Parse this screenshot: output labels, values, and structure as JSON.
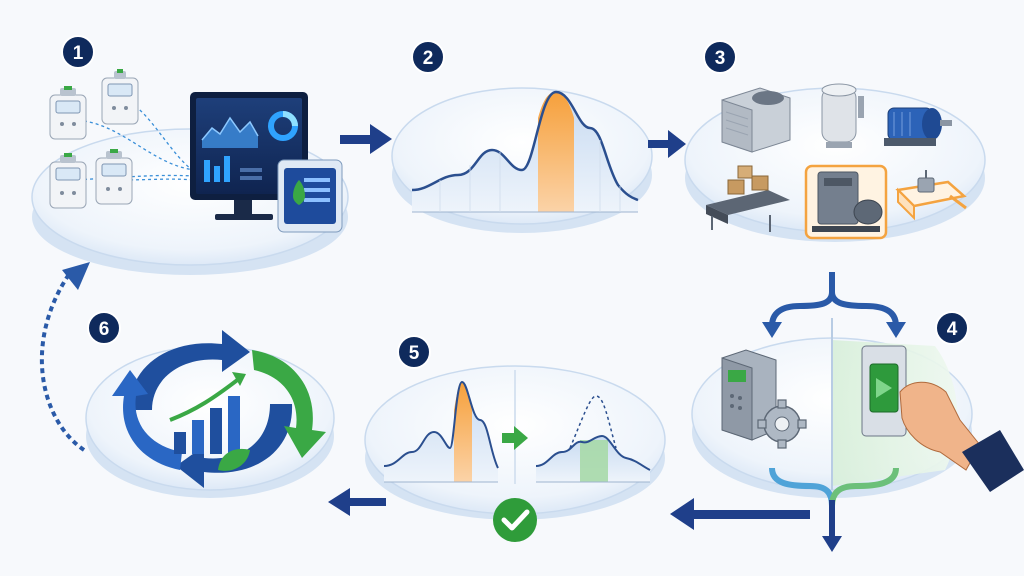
{
  "steps": [
    {
      "number": "1"
    },
    {
      "number": "2"
    },
    {
      "number": "3"
    },
    {
      "number": "4"
    },
    {
      "number": "5"
    },
    {
      "number": "6"
    }
  ],
  "colors": {
    "navy": "#0f2a5c",
    "arrow_blue": "#1f3f8a",
    "accent_orange": "#f08a24",
    "accent_green": "#3aa845",
    "curve_blue": "#2b4f8f",
    "disc_fill": "#e9f1fb"
  },
  "icons": {
    "step1": [
      "smart-meter-icon",
      "monitor-dashboard-icon",
      "server-unit-icon"
    ],
    "step2": [
      "demand-peak-curve-icon"
    ],
    "step3": [
      "hvac-unit-icon",
      "water-heater-icon",
      "electric-motor-icon",
      "conveyor-icon",
      "compressor-icon",
      "pump-icon"
    ],
    "step4": [
      "controller-gear-icon",
      "manual-switch-hand-icon"
    ],
    "step5": [
      "peak-before-icon",
      "peak-after-icon",
      "checkmark-icon"
    ],
    "step6": [
      "cycle-arrows-growth-icon"
    ]
  }
}
